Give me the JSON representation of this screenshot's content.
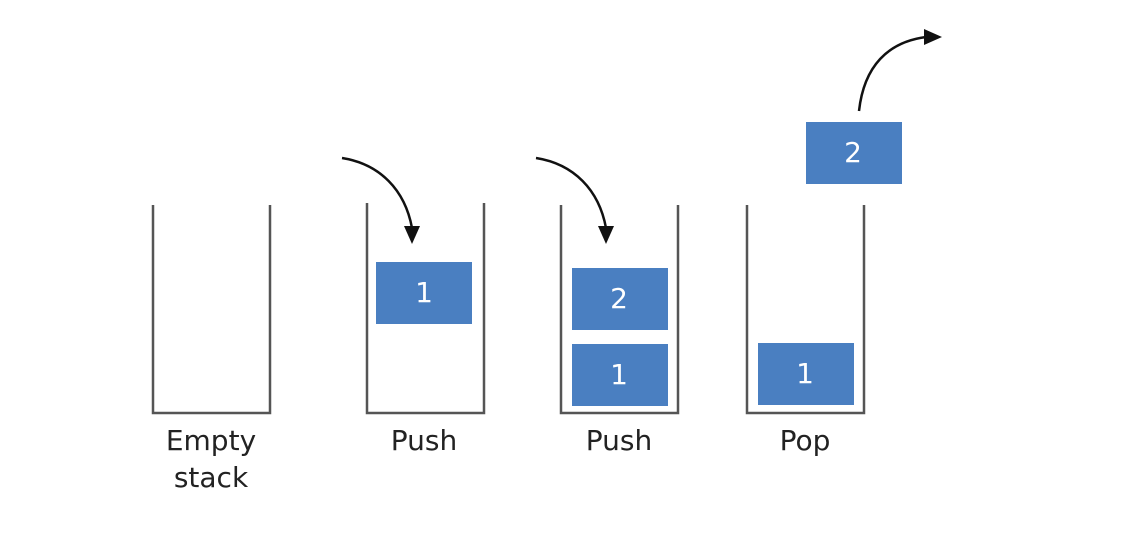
{
  "stacks": [
    {
      "caption_lines": [
        "Empty",
        "stack"
      ],
      "blocks": [],
      "operation": "none"
    },
    {
      "caption_lines": [
        "Push"
      ],
      "blocks": [
        "1"
      ],
      "operation": "push"
    },
    {
      "caption_lines": [
        "Push"
      ],
      "blocks": [
        "2",
        "1"
      ],
      "operation": "push"
    },
    {
      "caption_lines": [
        "Pop"
      ],
      "blocks": [
        "1"
      ],
      "popped_block": "2",
      "operation": "pop"
    }
  ],
  "colors": {
    "block_fill": "#4a7fc1",
    "block_text": "#ffffff",
    "container_stroke": "#555555",
    "arrow": "#111111",
    "caption": "#222222"
  }
}
